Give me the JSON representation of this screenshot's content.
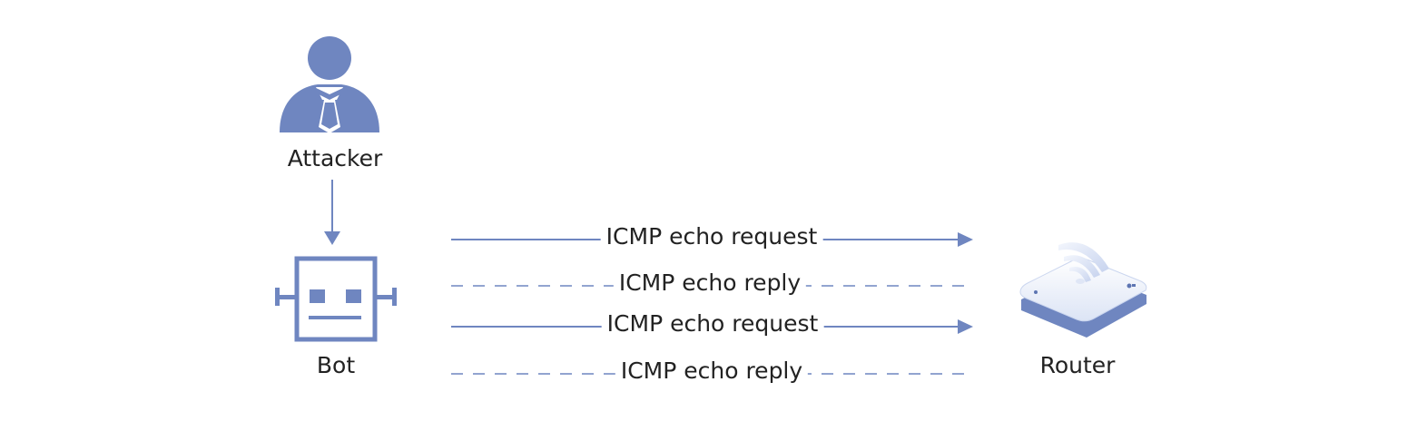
{
  "nodes": {
    "attacker": {
      "label": "Attacker",
      "icon": "user-icon"
    },
    "bot": {
      "label": "Bot",
      "icon": "robot-icon"
    },
    "router": {
      "label": "Router",
      "icon": "wireless-router-icon"
    }
  },
  "messages": [
    {
      "label": "ICMP echo request",
      "style": "solid",
      "direction": "to-router"
    },
    {
      "label": "ICMP echo reply",
      "style": "dashed",
      "direction": "to-bot"
    },
    {
      "label": "ICMP echo request",
      "style": "solid",
      "direction": "to-router"
    },
    {
      "label": "ICMP echo reply",
      "style": "dashed",
      "direction": "to-bot"
    }
  ],
  "colors": {
    "accent": "#6f86c0",
    "text": "#222222",
    "background": "#ffffff"
  }
}
